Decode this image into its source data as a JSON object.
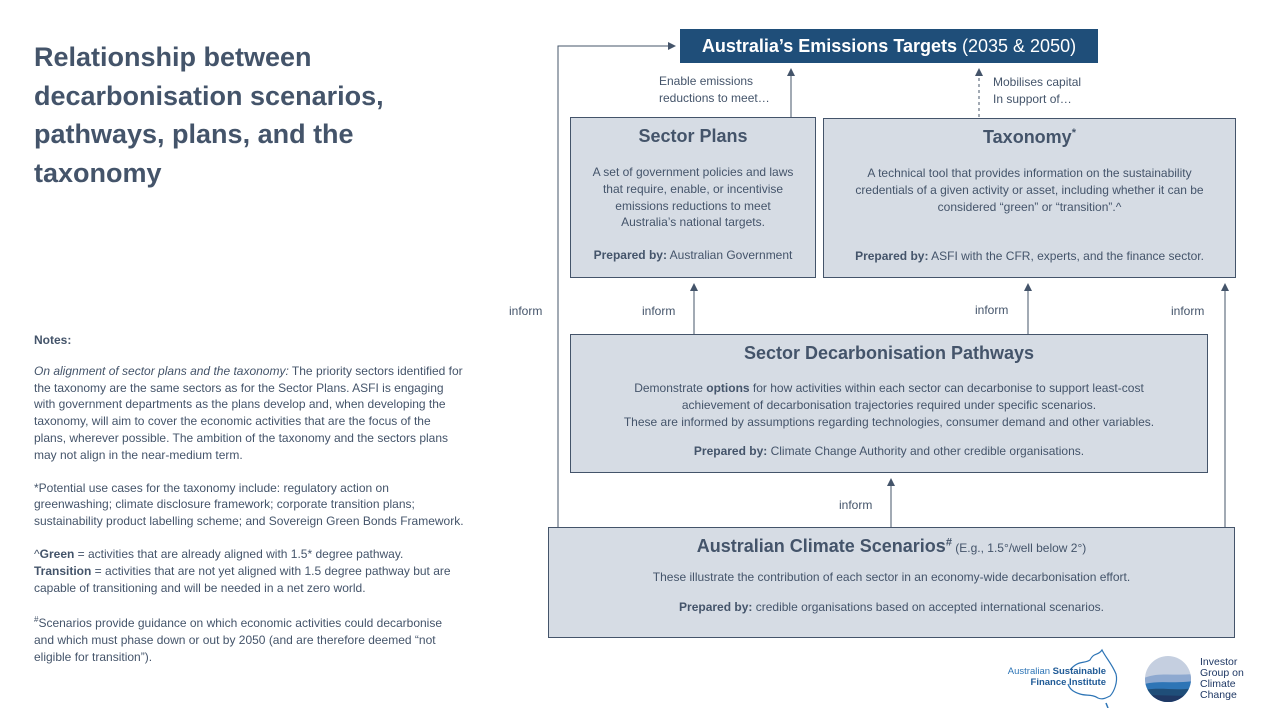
{
  "title": "Relationship between decarbonisation scenarios, pathways, plans, and the taxonomy",
  "notes": {
    "heading": "Notes:",
    "alignment_lead": "On alignment of sector plans and the taxonomy:",
    "alignment_text": " The priority sectors identified for the taxonomy are the same sectors as for the Sector Plans. ASFI is engaging with government departments as the plans develop and, when developing the taxonomy, will aim to cover the economic activities that are the focus of the plans, wherever possible.  The ambition of the taxonomy and the sectors plans may not align in the near-medium term.",
    "use_cases": "*Potential use cases for the taxonomy include: regulatory action on greenwashing; climate disclosure  framework; corporate transition plans; sustainability product labelling scheme; and Sovereign Green Bonds Framework.",
    "green_prefix": "^",
    "green_term": "Green",
    "green_def": " = activities that are already aligned with 1.5* degree pathway.",
    "transition_term": "Transition",
    "transition_def": " = activities that are not yet aligned with 1.5 degree pathway but are capable of transitioning and will be needed in a net zero world.",
    "scen_mark": "#",
    "scenarios_note": "Scenarios provide guidance on which economic activities could decarbonise and which must phase down or out by 2050 (and are therefore deemed “not eligible for transition”)."
  },
  "target": {
    "title_bold": "Australia’s  Emissions  Targets",
    "title_rest": " (2035 & 2050)"
  },
  "connectors": {
    "enable_1": "Enable emissions",
    "enable_2": "reductions to meet…",
    "mobilise_1": "Mobilises capital",
    "mobilise_2": "In support of…",
    "inform_left": "inform",
    "inform_plans": "inform",
    "inform_taxonomy": "inform",
    "inform_right": "inform",
    "inform_pathways": "inform"
  },
  "sector_plans": {
    "title": "Sector Plans",
    "desc_1": "A set of government policies and laws",
    "desc_2": "that require, enable, or incentivise",
    "desc_3": "emissions  reductions to meet",
    "desc_4": "Australia’s national targets.",
    "prepared_label": "Prepared by:",
    "prepared_value": " Australian Government"
  },
  "taxonomy": {
    "title": "Taxonomy",
    "title_mark": "*",
    "desc_1": "A technical tool that provides information on the sustainability",
    "desc_2": "credentials of a given activity or asset, including whether it can be",
    "desc_3": "considered  “green” or “transition”.^",
    "prepared_label": "Prepared by:",
    "prepared_value": " ASFI with the CFR, experts, and the finance sector."
  },
  "pathways": {
    "title": "Sector Decarbonisation  Pathways",
    "desc_1a": "Demonstrate ",
    "desc_1b": "options",
    "desc_1c": " for how activities within each sector can decarbonise to support least-cost",
    "desc_2": "achievement of decarbonisation trajectories required under specific scenarios.",
    "desc_3": "These are informed  by assumptions  regarding technologies, consumer demand and other variables.",
    "prepared_label": "Prepared by:",
    "prepared_value": " Climate Change Authority and other credible organisations."
  },
  "scenarios": {
    "title": "Australian  Climate Scenarios",
    "title_mark": "#",
    "subtitle": " (E.g., 1.5°/well below 2°)",
    "desc": "These illustrate the contribution of each sector in an economy-wide  decarbonisation  effort.",
    "prepared_label": "Prepared by:",
    "prepared_value": " credible organisations based on accepted international scenarios."
  },
  "logos": {
    "asfi_1": "Australian",
    "asfi_2": "Sustainable",
    "asfi_3": "Finance Institute",
    "igcc_1": "Investor",
    "igcc_2": "Group on",
    "igcc_3": "Climate",
    "igcc_4": "Change"
  },
  "colors": {
    "text": "#44546a",
    "box_fill": "#d6dce4",
    "target_fill": "#1f4e79",
    "asfi_blue": "#2e75b6",
    "igcc_navy": "#1f3864"
  }
}
